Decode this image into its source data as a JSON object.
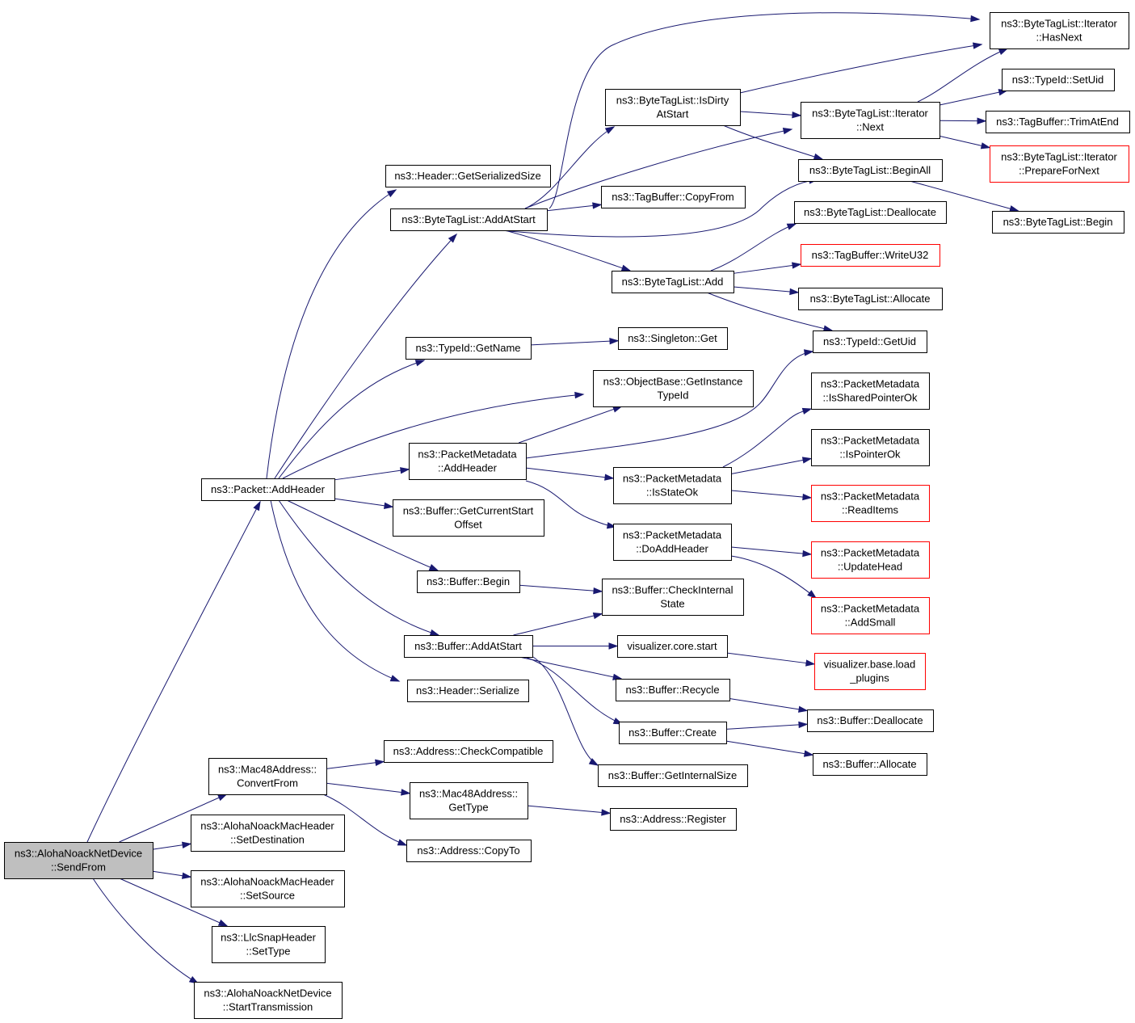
{
  "graph": {
    "edge_color": "#191970",
    "truncated_border_color": "#ff0000",
    "root_fill": "#bfbfbf",
    "nodes": [
      {
        "id": "n0",
        "lines": [
          "ns3::AlohaNoackNetDevice",
          "::SendFrom"
        ],
        "root": true
      },
      {
        "id": "n1",
        "lines": [
          "ns3::Packet::AddHeader"
        ]
      },
      {
        "id": "n2",
        "lines": [
          "ns3::Mac48Address::",
          "ConvertFrom"
        ]
      },
      {
        "id": "n3",
        "lines": [
          "ns3::AlohaNoackMacHeader",
          "::SetDestination"
        ]
      },
      {
        "id": "n4",
        "lines": [
          "ns3::AlohaNoackMacHeader",
          "::SetSource"
        ]
      },
      {
        "id": "n5",
        "lines": [
          "ns3::LlcSnapHeader",
          "::SetType"
        ]
      },
      {
        "id": "n6",
        "lines": [
          "ns3::AlohaNoackNetDevice",
          "::StartTransmission"
        ]
      },
      {
        "id": "n7",
        "lines": [
          "ns3::Header::GetSerializedSize"
        ]
      },
      {
        "id": "n8",
        "lines": [
          "ns3::ByteTagList::AddAtStart"
        ]
      },
      {
        "id": "n9",
        "lines": [
          "ns3::TypeId::GetName"
        ]
      },
      {
        "id": "n10",
        "lines": [
          "ns3::PacketMetadata",
          "::AddHeader"
        ]
      },
      {
        "id": "n11",
        "lines": [
          "ns3::Buffer::GetCurrentStart",
          "Offset"
        ]
      },
      {
        "id": "n12",
        "lines": [
          "ns3::Buffer::Begin"
        ]
      },
      {
        "id": "n13",
        "lines": [
          "ns3::Buffer::AddAtStart"
        ]
      },
      {
        "id": "n14",
        "lines": [
          "ns3::Header::Serialize"
        ]
      },
      {
        "id": "n15",
        "lines": [
          "ns3::Address::CheckCompatible"
        ]
      },
      {
        "id": "n16",
        "lines": [
          "ns3::Mac48Address::",
          "GetType"
        ]
      },
      {
        "id": "n17",
        "lines": [
          "ns3::Address::CopyTo"
        ]
      },
      {
        "id": "n18",
        "lines": [
          "ns3::ByteTagList::IsDirty",
          "AtStart"
        ]
      },
      {
        "id": "n19",
        "lines": [
          "ns3::TagBuffer::CopyFrom"
        ]
      },
      {
        "id": "n20",
        "lines": [
          "ns3::ByteTagList::Add"
        ]
      },
      {
        "id": "n21",
        "lines": [
          "ns3::Singleton::Get"
        ]
      },
      {
        "id": "n22",
        "lines": [
          "ns3::ObjectBase::GetInstance",
          "TypeId"
        ]
      },
      {
        "id": "n23",
        "lines": [
          "ns3::PacketMetadata",
          "::IsStateOk"
        ]
      },
      {
        "id": "n24",
        "lines": [
          "ns3::PacketMetadata",
          "::DoAddHeader"
        ]
      },
      {
        "id": "n25",
        "lines": [
          "ns3::Buffer::CheckInternal",
          "State"
        ]
      },
      {
        "id": "n26",
        "lines": [
          "visualizer.core.start"
        ]
      },
      {
        "id": "n27",
        "lines": [
          "ns3::Buffer::Recycle"
        ]
      },
      {
        "id": "n28",
        "lines": [
          "ns3::Buffer::Create"
        ]
      },
      {
        "id": "n29",
        "lines": [
          "ns3::Buffer::GetInternalSize"
        ]
      },
      {
        "id": "n30",
        "lines": [
          "ns3::Address::Register"
        ]
      },
      {
        "id": "n31",
        "lines": [
          "ns3::ByteTagList::Iterator",
          "::Next"
        ]
      },
      {
        "id": "n32",
        "lines": [
          "ns3::ByteTagList::BeginAll"
        ]
      },
      {
        "id": "n33",
        "lines": [
          "ns3::ByteTagList::Deallocate"
        ]
      },
      {
        "id": "n34",
        "lines": [
          "ns3::TagBuffer::WriteU32"
        ],
        "truncated": true
      },
      {
        "id": "n35",
        "lines": [
          "ns3::ByteTagList::Allocate"
        ]
      },
      {
        "id": "n36",
        "lines": [
          "ns3::TypeId::GetUid"
        ]
      },
      {
        "id": "n37",
        "lines": [
          "ns3::PacketMetadata",
          "::IsSharedPointerOk"
        ]
      },
      {
        "id": "n38",
        "lines": [
          "ns3::PacketMetadata",
          "::IsPointerOk"
        ]
      },
      {
        "id": "n39",
        "lines": [
          "ns3::PacketMetadata",
          "::ReadItems"
        ],
        "truncated": true
      },
      {
        "id": "n40",
        "lines": [
          "ns3::PacketMetadata",
          "::UpdateHead"
        ],
        "truncated": true
      },
      {
        "id": "n41",
        "lines": [
          "ns3::PacketMetadata",
          "::AddSmall"
        ],
        "truncated": true
      },
      {
        "id": "n42",
        "lines": [
          "visualizer.base.load",
          "_plugins"
        ],
        "truncated": true
      },
      {
        "id": "n43",
        "lines": [
          "ns3::Buffer::Deallocate"
        ]
      },
      {
        "id": "n44",
        "lines": [
          "ns3::Buffer::Allocate"
        ]
      },
      {
        "id": "n45",
        "lines": [
          "ns3::ByteTagList::Iterator",
          "::HasNext"
        ]
      },
      {
        "id": "n46",
        "lines": [
          "ns3::TypeId::SetUid"
        ]
      },
      {
        "id": "n47",
        "lines": [
          "ns3::TagBuffer::TrimAtEnd"
        ]
      },
      {
        "id": "n48",
        "lines": [
          "ns3::ByteTagList::Iterator",
          "::PrepareForNext"
        ],
        "truncated": true
      },
      {
        "id": "n49",
        "lines": [
          "ns3::ByteTagList::Begin"
        ]
      }
    ],
    "edges": [
      [
        "n0",
        "n1"
      ],
      [
        "n0",
        "n2"
      ],
      [
        "n0",
        "n3"
      ],
      [
        "n0",
        "n4"
      ],
      [
        "n0",
        "n5"
      ],
      [
        "n0",
        "n6"
      ],
      [
        "n1",
        "n7"
      ],
      [
        "n1",
        "n8"
      ],
      [
        "n1",
        "n9"
      ],
      [
        "n1",
        "n10"
      ],
      [
        "n1",
        "n11"
      ],
      [
        "n1",
        "n12"
      ],
      [
        "n1",
        "n13"
      ],
      [
        "n1",
        "n14"
      ],
      [
        "n1",
        "n22"
      ],
      [
        "n2",
        "n15"
      ],
      [
        "n2",
        "n16"
      ],
      [
        "n2",
        "n17"
      ],
      [
        "n8",
        "n18"
      ],
      [
        "n8",
        "n19"
      ],
      [
        "n8",
        "n20"
      ],
      [
        "n8",
        "n31"
      ],
      [
        "n8",
        "n32"
      ],
      [
        "n8",
        "n45"
      ],
      [
        "n9",
        "n21"
      ],
      [
        "n10",
        "n22"
      ],
      [
        "n10",
        "n23"
      ],
      [
        "n10",
        "n24"
      ],
      [
        "n10",
        "n36"
      ],
      [
        "n12",
        "n25"
      ],
      [
        "n13",
        "n25"
      ],
      [
        "n13",
        "n26"
      ],
      [
        "n13",
        "n27"
      ],
      [
        "n13",
        "n28"
      ],
      [
        "n13",
        "n29"
      ],
      [
        "n16",
        "n30"
      ],
      [
        "n18",
        "n45"
      ],
      [
        "n18",
        "n31"
      ],
      [
        "n18",
        "n32"
      ],
      [
        "n20",
        "n33"
      ],
      [
        "n20",
        "n34"
      ],
      [
        "n20",
        "n35"
      ],
      [
        "n20",
        "n36"
      ],
      [
        "n23",
        "n37"
      ],
      [
        "n23",
        "n38"
      ],
      [
        "n23",
        "n39"
      ],
      [
        "n24",
        "n40"
      ],
      [
        "n24",
        "n41"
      ],
      [
        "n26",
        "n42"
      ],
      [
        "n27",
        "n43"
      ],
      [
        "n28",
        "n43"
      ],
      [
        "n28",
        "n44"
      ],
      [
        "n31",
        "n45"
      ],
      [
        "n31",
        "n46"
      ],
      [
        "n31",
        "n47"
      ],
      [
        "n31",
        "n48"
      ],
      [
        "n32",
        "n49"
      ]
    ]
  }
}
